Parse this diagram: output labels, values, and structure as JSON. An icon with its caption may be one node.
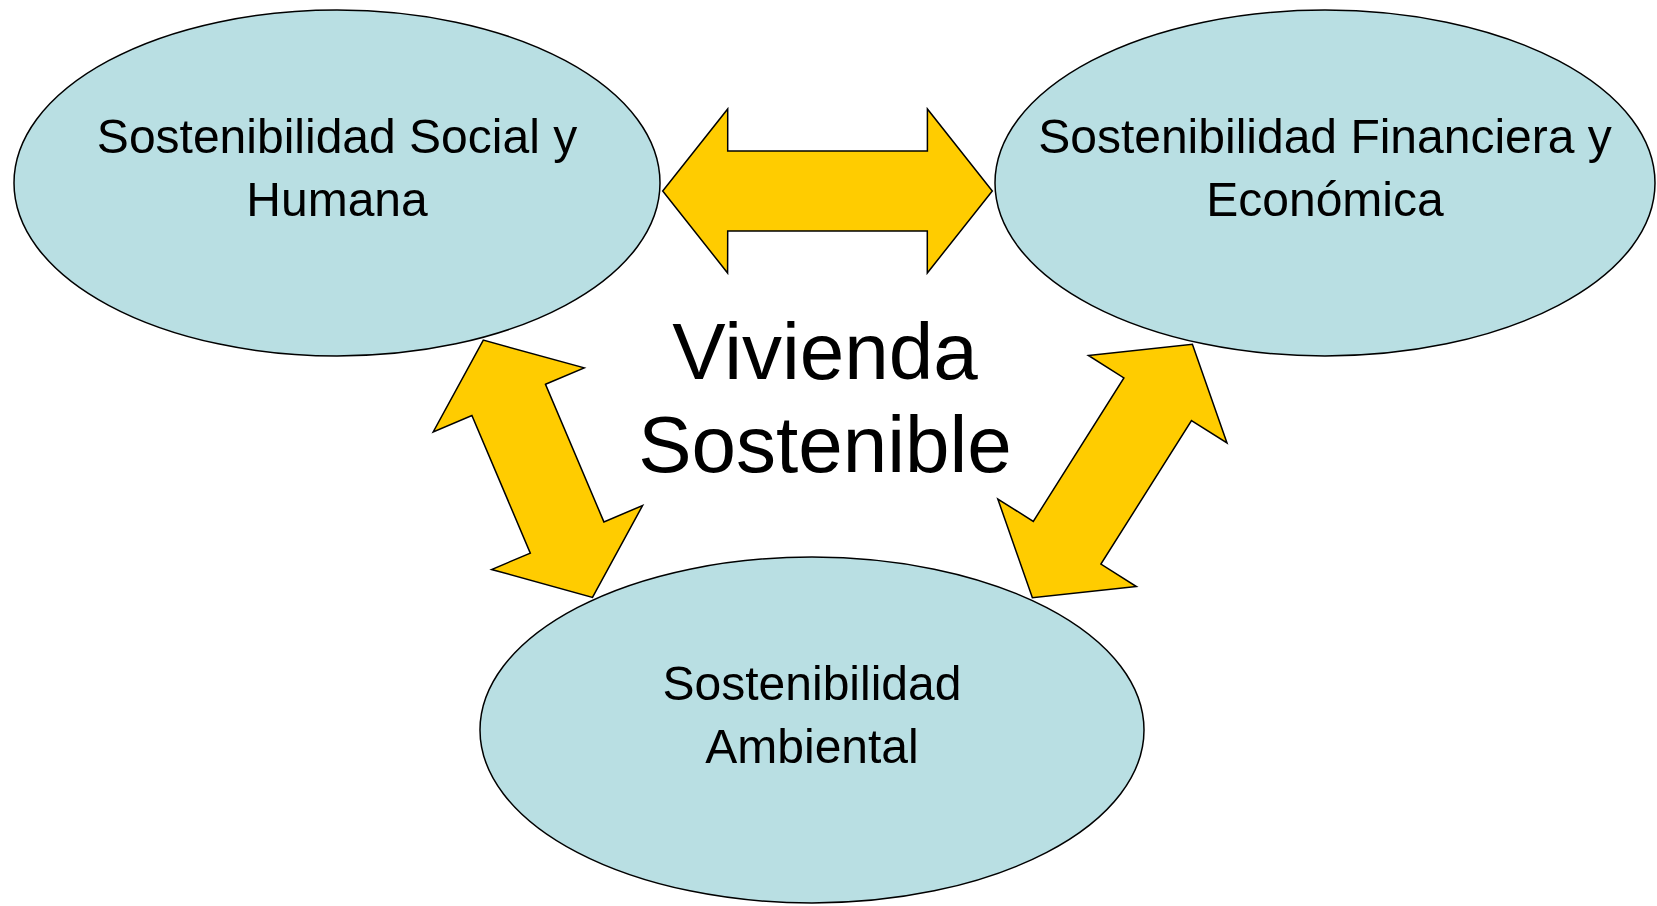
{
  "diagram": {
    "nodes": [
      {
        "text": [
          "Sostenibilidad Social y Humana"
        ]
      },
      {
        "text": [
          "Sostenibilidad Financiera y Económica"
        ]
      },
      {
        "text": [
          "Sostenibilidad Ambiental"
        ]
      }
    ],
    "edges": [
      {
        "from": 0,
        "to": 1,
        "arrow": "both"
      },
      {
        "from": 0,
        "to": 2,
        "arrow": "both"
      },
      {
        "from": 1,
        "to": 2,
        "arrow": "both"
      }
    ],
    "labels": [
      "Vivienda Sostenible"
    ]
  }
}
